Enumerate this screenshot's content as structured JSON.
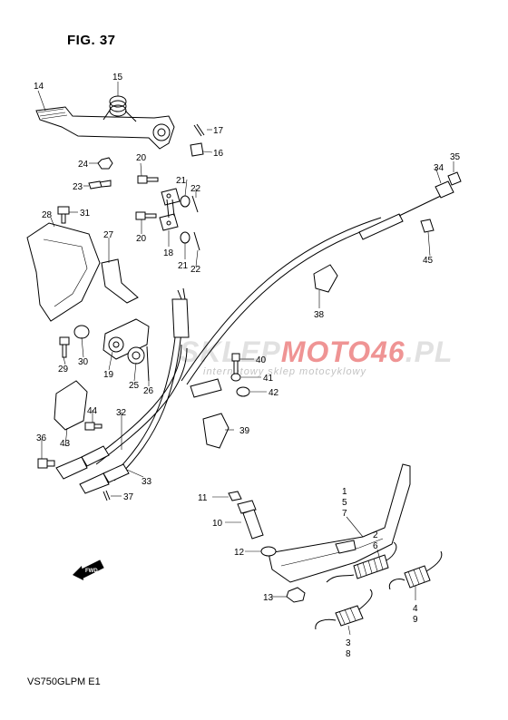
{
  "figure": {
    "title": "FIG. 37",
    "code": "VS750GLPM E1",
    "forward_label": "FWD"
  },
  "watermark": {
    "brand_left": "SKLEP",
    "brand_mid": "MOTO",
    "brand_num": "46",
    "brand_tld": ".PL",
    "tagline": "internetowy sklep motocyklowy",
    "accent_color": "#e03c3c"
  },
  "callouts": [
    "1",
    "2",
    "3",
    "4",
    "5",
    "6",
    "7",
    "8",
    "9",
    "10",
    "11",
    "12",
    "13",
    "14",
    "15",
    "16",
    "17",
    "18",
    "19",
    "20",
    "21",
    "22",
    "23",
    "24",
    "25",
    "26",
    "27",
    "28",
    "29",
    "30",
    "31",
    "32",
    "33",
    "34",
    "35",
    "36",
    "37",
    "38",
    "39",
    "40",
    "41",
    "42",
    "43",
    "44",
    "45"
  ]
}
